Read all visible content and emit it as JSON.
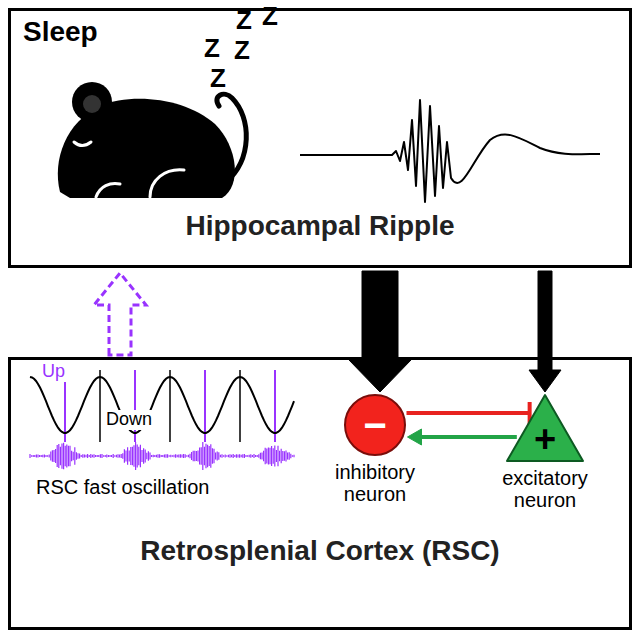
{
  "diagram": {
    "nodes": [
      {
        "text": [
          "Sleep",
          "Hippocampal Ripple"
        ]
      },
      {
        "text": [
          "Retrosplenial Cortex (RSC)"
        ]
      },
      {
        "text": [
          "−",
          "inhibitory neuron"
        ],
        "in": 1
      },
      {
        "text": [
          "+",
          "excitatory neuron"
        ],
        "in": 1
      }
    ],
    "edges": [
      {
        "from": 1,
        "to": 0,
        "arrow": "to"
      },
      {
        "from": 0,
        "to": 2,
        "arrow": "to"
      },
      {
        "from": 0,
        "to": 3,
        "arrow": "to"
      },
      {
        "from": 2,
        "to": 3,
        "arrow": "to"
      },
      {
        "from": 3,
        "to": 2,
        "arrow": "to"
      }
    ],
    "labels": [
      "Z",
      "Z",
      "Z",
      "Z",
      "Z",
      "Up",
      "Down",
      "RSC fast oscillation"
    ]
  }
}
